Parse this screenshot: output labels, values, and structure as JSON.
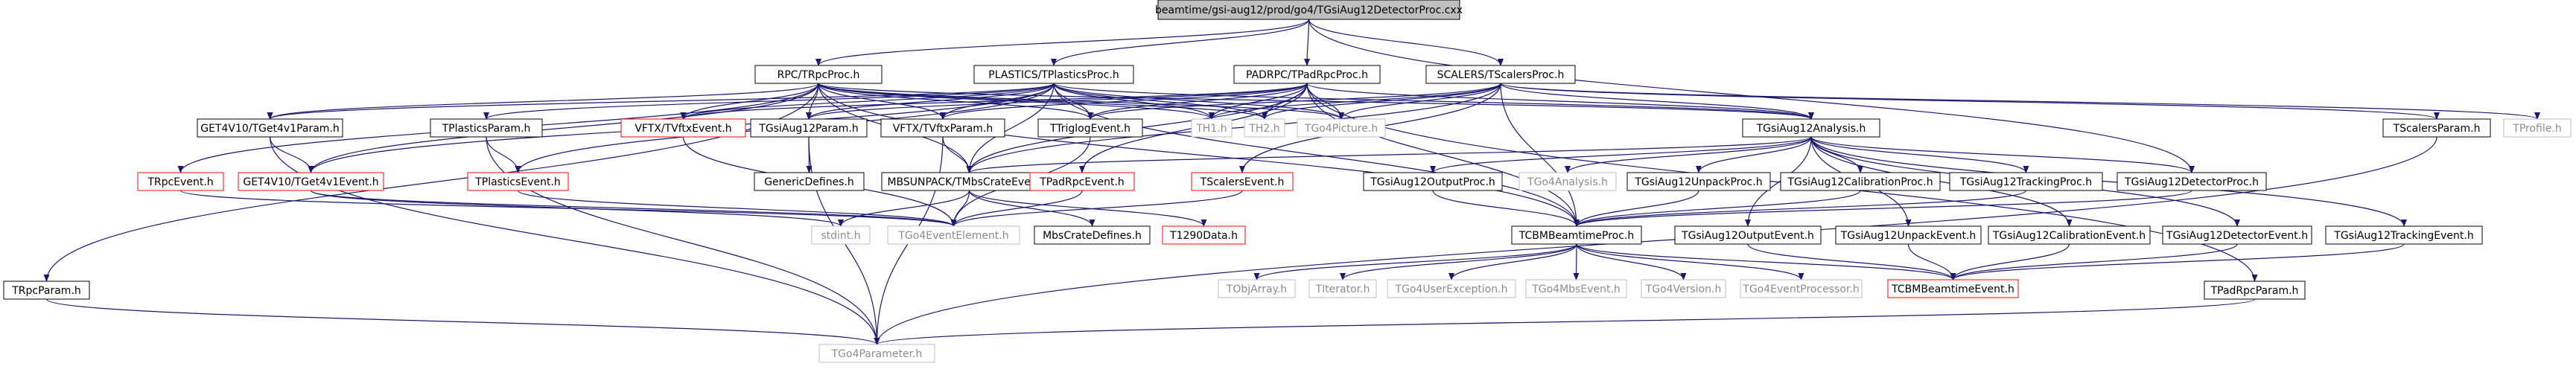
{
  "colors": {
    "edge": "#191970",
    "box_border_normal": "#000000",
    "box_border_red": "#ff0000",
    "box_border_grey": "#bfbfbf",
    "root_fill": "#bfbfbf",
    "text_normal": "#000000",
    "text_grey": "#8c8c8c"
  },
  "nodes": [
    {
      "id": "root",
      "label": "beamtime/gsi-aug12/prod/go4/TGsiAug12DetectorProc.cxx",
      "style": "root",
      "link": false
    },
    {
      "id": "rpc_proc",
      "label": "RPC/TRpcProc.h",
      "style": "normal",
      "link": true
    },
    {
      "id": "plastics_proc",
      "label": "PLASTICS/TPlasticsProc.h",
      "style": "normal",
      "link": true
    },
    {
      "id": "padrpc_proc",
      "label": "PADRPC/TPadRpcProc.h",
      "style": "normal",
      "link": true
    },
    {
      "id": "scalers_proc",
      "label": "SCALERS/TScalersProc.h",
      "style": "normal",
      "link": true
    },
    {
      "id": "get4_param",
      "label": "GET4V10/TGet4v1Param.h",
      "style": "normal",
      "link": true
    },
    {
      "id": "plastics_param",
      "label": "TPlasticsParam.h",
      "style": "normal",
      "link": true
    },
    {
      "id": "vftx_event",
      "label": "VFTX/TVftxEvent.h",
      "style": "red",
      "link": true
    },
    {
      "id": "gsi_param",
      "label": "TGsiAug12Param.h",
      "style": "normal",
      "link": true
    },
    {
      "id": "vftx_param",
      "label": "VFTX/TVftxParam.h",
      "style": "normal",
      "link": true
    },
    {
      "id": "triglog",
      "label": "TTriglogEvent.h",
      "style": "normal",
      "link": true
    },
    {
      "id": "th1",
      "label": "TH1.h",
      "style": "grey",
      "link": false
    },
    {
      "id": "th2",
      "label": "TH2.h",
      "style": "grey",
      "link": false
    },
    {
      "id": "go4picture",
      "label": "TGo4Picture.h",
      "style": "grey",
      "link": false
    },
    {
      "id": "analysis",
      "label": "TGsiAug12Analysis.h",
      "style": "normal",
      "link": true
    },
    {
      "id": "scalers_param",
      "label": "TScalersParam.h",
      "style": "normal",
      "link": true
    },
    {
      "id": "tprofile",
      "label": "TProfile.h",
      "style": "grey",
      "link": false
    },
    {
      "id": "rpc_event",
      "label": "TRpcEvent.h",
      "style": "red",
      "link": true
    },
    {
      "id": "get4_event",
      "label": "GET4V10/TGet4v1Event.h",
      "style": "red",
      "link": true
    },
    {
      "id": "plastics_event",
      "label": "TPlasticsEvent.h",
      "style": "red",
      "link": true
    },
    {
      "id": "generic_defines",
      "label": "GenericDefines.h",
      "style": "normal",
      "link": true
    },
    {
      "id": "mbs_crate",
      "label": "MBSUNPACK/TMbsCrateEvent.h",
      "style": "normal",
      "link": true
    },
    {
      "id": "padrpc_event",
      "label": "TPadRpcEvent.h",
      "style": "red",
      "link": true
    },
    {
      "id": "scalers_event",
      "label": "TScalersEvent.h",
      "style": "red",
      "link": true
    },
    {
      "id": "output_proc",
      "label": "TGsiAug12OutputProc.h",
      "style": "normal",
      "link": true
    },
    {
      "id": "go4analysis",
      "label": "TGo4Analysis.h",
      "style": "grey",
      "link": false
    },
    {
      "id": "unpack_proc",
      "label": "TGsiAug12UnpackProc.h",
      "style": "normal",
      "link": true
    },
    {
      "id": "calib_proc",
      "label": "TGsiAug12CalibrationProc.h",
      "style": "normal",
      "link": true
    },
    {
      "id": "tracking_proc",
      "label": "TGsiAug12TrackingProc.h",
      "style": "normal",
      "link": true
    },
    {
      "id": "detector_proc",
      "label": "TGsiAug12DetectorProc.h",
      "style": "normal",
      "link": true
    },
    {
      "id": "stdint",
      "label": "stdint.h",
      "style": "grey",
      "link": false
    },
    {
      "id": "event_element",
      "label": "TGo4EventElement.h",
      "style": "grey",
      "link": false
    },
    {
      "id": "crate_defines",
      "label": "MbsCrateDefines.h",
      "style": "normal",
      "link": true
    },
    {
      "id": "t1290",
      "label": "T1290Data.h",
      "style": "red",
      "link": true
    },
    {
      "id": "cbm_proc",
      "label": "TCBMBeamtimeProc.h",
      "style": "normal",
      "link": true
    },
    {
      "id": "output_event",
      "label": "TGsiAug12OutputEvent.h",
      "style": "normal",
      "link": true
    },
    {
      "id": "unpack_event",
      "label": "TGsiAug12UnpackEvent.h",
      "style": "normal",
      "link": true
    },
    {
      "id": "calib_event",
      "label": "TGsiAug12CalibrationEvent.h",
      "style": "normal",
      "link": true
    },
    {
      "id": "detector_event",
      "label": "TGsiAug12DetectorEvent.h",
      "style": "normal",
      "link": true
    },
    {
      "id": "tracking_event",
      "label": "TGsiAug12TrackingEvent.h",
      "style": "normal",
      "link": true
    },
    {
      "id": "rpc_param",
      "label": "TRpcParam.h",
      "style": "normal",
      "link": true
    },
    {
      "id": "objarray",
      "label": "TObjArray.h",
      "style": "grey",
      "link": false
    },
    {
      "id": "titerator",
      "label": "TIterator.h",
      "style": "grey",
      "link": false
    },
    {
      "id": "user_exception",
      "label": "TGo4UserException.h",
      "style": "grey",
      "link": false
    },
    {
      "id": "mbs_event",
      "label": "TGo4MbsEvent.h",
      "style": "grey",
      "link": false
    },
    {
      "id": "go4version",
      "label": "TGo4Version.h",
      "style": "grey",
      "link": false
    },
    {
      "id": "event_processor",
      "label": "TGo4EventProcessor.h",
      "style": "grey",
      "link": false
    },
    {
      "id": "cbm_event",
      "label": "TCBMBeamtimeEvent.h",
      "style": "red",
      "link": true
    },
    {
      "id": "padrpc_param",
      "label": "TPadRpcParam.h",
      "style": "normal",
      "link": true
    },
    {
      "id": "go4parameter",
      "label": "TGo4Parameter.h",
      "style": "grey",
      "link": false
    }
  ],
  "edges": [
    [
      "root",
      "rpc_proc"
    ],
    [
      "root",
      "plastics_proc"
    ],
    [
      "root",
      "padrpc_proc"
    ],
    [
      "root",
      "scalers_proc"
    ],
    [
      "root",
      "detector_proc"
    ],
    [
      "rpc_proc",
      "get4_param"
    ],
    [
      "rpc_proc",
      "vftx_event"
    ],
    [
      "rpc_proc",
      "gsi_param"
    ],
    [
      "rpc_proc",
      "vftx_param"
    ],
    [
      "rpc_proc",
      "triglog"
    ],
    [
      "rpc_proc",
      "th1"
    ],
    [
      "rpc_proc",
      "th2"
    ],
    [
      "rpc_proc",
      "go4picture"
    ],
    [
      "rpc_proc",
      "analysis"
    ],
    [
      "rpc_proc",
      "rpc_event"
    ],
    [
      "rpc_proc",
      "get4_event"
    ],
    [
      "rpc_proc",
      "mbs_crate"
    ],
    [
      "rpc_proc",
      "rpc_param"
    ],
    [
      "rpc_proc",
      "cbm_proc"
    ],
    [
      "plastics_proc",
      "get4_param"
    ],
    [
      "plastics_proc",
      "plastics_param"
    ],
    [
      "plastics_proc",
      "vftx_event"
    ],
    [
      "plastics_proc",
      "gsi_param"
    ],
    [
      "plastics_proc",
      "vftx_param"
    ],
    [
      "plastics_proc",
      "triglog"
    ],
    [
      "plastics_proc",
      "th1"
    ],
    [
      "plastics_proc",
      "th2"
    ],
    [
      "plastics_proc",
      "go4picture"
    ],
    [
      "plastics_proc",
      "analysis"
    ],
    [
      "plastics_proc",
      "get4_event"
    ],
    [
      "plastics_proc",
      "plastics_event"
    ],
    [
      "plastics_proc",
      "mbs_crate"
    ],
    [
      "plastics_proc",
      "cbm_proc"
    ],
    [
      "padrpc_proc",
      "vftx_event"
    ],
    [
      "padrpc_proc",
      "gsi_param"
    ],
    [
      "padrpc_proc",
      "vftx_param"
    ],
    [
      "padrpc_proc",
      "triglog"
    ],
    [
      "padrpc_proc",
      "th1"
    ],
    [
      "padrpc_proc",
      "th2"
    ],
    [
      "padrpc_proc",
      "go4picture"
    ],
    [
      "padrpc_proc",
      "analysis"
    ],
    [
      "padrpc_proc",
      "mbs_crate"
    ],
    [
      "padrpc_proc",
      "padrpc_event"
    ],
    [
      "padrpc_proc",
      "padrpc_param"
    ],
    [
      "padrpc_proc",
      "cbm_proc"
    ],
    [
      "scalers_proc",
      "triglog"
    ],
    [
      "scalers_proc",
      "th1"
    ],
    [
      "scalers_proc",
      "th2"
    ],
    [
      "scalers_proc",
      "go4picture"
    ],
    [
      "scalers_proc",
      "analysis"
    ],
    [
      "scalers_proc",
      "scalers_param"
    ],
    [
      "scalers_proc",
      "tprofile"
    ],
    [
      "scalers_proc",
      "mbs_crate"
    ],
    [
      "scalers_proc",
      "scalers_event"
    ],
    [
      "scalers_proc",
      "cbm_proc"
    ],
    [
      "get4_param",
      "get4_event"
    ],
    [
      "get4_param",
      "go4parameter"
    ],
    [
      "plastics_param",
      "plastics_event"
    ],
    [
      "plastics_param",
      "go4parameter"
    ],
    [
      "vftx_event",
      "event_element"
    ],
    [
      "gsi_param",
      "generic_defines"
    ],
    [
      "gsi_param",
      "go4parameter"
    ],
    [
      "vftx_param",
      "mbs_crate"
    ],
    [
      "vftx_param",
      "go4parameter"
    ],
    [
      "triglog",
      "event_element"
    ],
    [
      "analysis",
      "mbs_crate"
    ],
    [
      "analysis",
      "output_proc"
    ],
    [
      "analysis",
      "go4analysis"
    ],
    [
      "analysis",
      "unpack_proc"
    ],
    [
      "analysis",
      "calib_proc"
    ],
    [
      "analysis",
      "tracking_proc"
    ],
    [
      "analysis",
      "detector_proc"
    ],
    [
      "analysis",
      "output_event"
    ],
    [
      "analysis",
      "unpack_event"
    ],
    [
      "analysis",
      "calib_event"
    ],
    [
      "analysis",
      "detector_event"
    ],
    [
      "analysis",
      "tracking_event"
    ],
    [
      "scalers_param",
      "go4parameter"
    ],
    [
      "rpc_event",
      "event_element"
    ],
    [
      "get4_event",
      "stdint"
    ],
    [
      "get4_event",
      "event_element"
    ],
    [
      "plastics_event",
      "event_element"
    ],
    [
      "mbs_crate",
      "stdint"
    ],
    [
      "mbs_crate",
      "event_element"
    ],
    [
      "mbs_crate",
      "crate_defines"
    ],
    [
      "mbs_crate",
      "t1290"
    ],
    [
      "padrpc_event",
      "event_element"
    ],
    [
      "scalers_event",
      "event_element"
    ],
    [
      "output_proc",
      "cbm_proc"
    ],
    [
      "unpack_proc",
      "cbm_proc"
    ],
    [
      "calib_proc",
      "cbm_proc"
    ],
    [
      "tracking_proc",
      "cbm_proc"
    ],
    [
      "detector_proc",
      "cbm_proc"
    ],
    [
      "cbm_proc",
      "objarray"
    ],
    [
      "cbm_proc",
      "titerator"
    ],
    [
      "cbm_proc",
      "user_exception"
    ],
    [
      "cbm_proc",
      "mbs_event"
    ],
    [
      "cbm_proc",
      "go4version"
    ],
    [
      "cbm_proc",
      "event_processor"
    ],
    [
      "cbm_proc",
      "cbm_event"
    ],
    [
      "output_event",
      "cbm_event"
    ],
    [
      "unpack_event",
      "cbm_event"
    ],
    [
      "calib_event",
      "cbm_event"
    ],
    [
      "detector_event",
      "cbm_event"
    ],
    [
      "tracking_event",
      "cbm_event"
    ],
    [
      "rpc_param",
      "go4parameter"
    ],
    [
      "padrpc_param",
      "go4parameter"
    ]
  ]
}
